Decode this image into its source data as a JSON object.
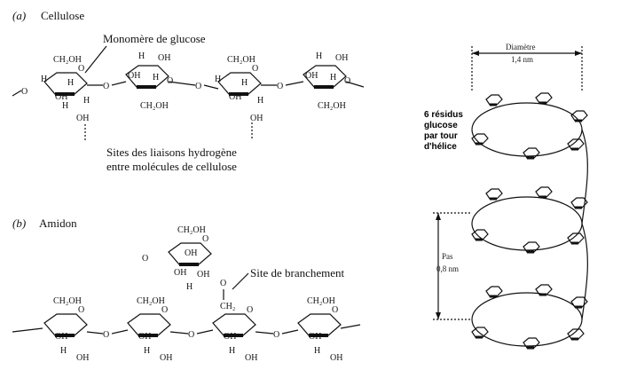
{
  "panel_a": {
    "letter": "(a)",
    "title": "Cellulose",
    "monomer_label": "Monomère de glucose",
    "hbond_label_line1": "Sites des liaisons hydrogène",
    "hbond_label_line2": "entre molécules de cellulose"
  },
  "panel_b": {
    "letter": "(b)",
    "title": "Amidon",
    "branch_label": "Site de branchement"
  },
  "helix": {
    "diameter_label": "Diamètre",
    "diameter_value": "1,4 nm",
    "residues_line1": "6 résidus",
    "residues_line2": "glucose",
    "residues_line3": "par tour",
    "residues_line4": "d'hélice",
    "pitch_label": "Pas",
    "pitch_value": "0,8 nm"
  },
  "atoms": {
    "ch2oh": "CH₂OH",
    "oh": "OH",
    "h": "H",
    "o": "O",
    "ch2": "CH₂"
  }
}
